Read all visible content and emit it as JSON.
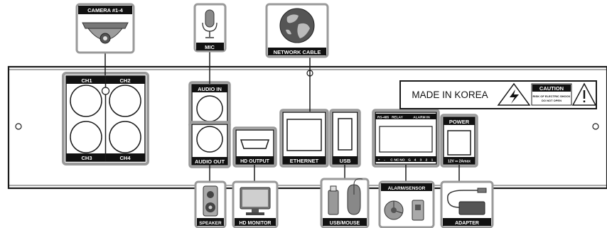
{
  "device": {
    "made_in": "MADE IN KOREA",
    "caution_title": "CAUTION",
    "caution_line1": "RISK OF ELECTRIC SHOCK",
    "caution_line2": "DO NOT OPEN"
  },
  "ports": {
    "ch1": "CH1",
    "ch2": "CH2",
    "ch3": "CH3",
    "ch4": "CH4",
    "audio_in": "AUDIO IN",
    "audio_out": "AUDIO OUT",
    "hd_output": "HD OUTPUT",
    "ethernet": "ETHERNET",
    "usb": "USB",
    "power": "POWER",
    "power_rating": "12V ⎓ 2Amax",
    "alarm_top": [
      "RS-485",
      "RELAY",
      "ALARM IN"
    ],
    "alarm_bottom": [
      "+",
      "-",
      "C",
      "NC",
      "NO",
      "G",
      "4",
      "3",
      "2",
      "1"
    ]
  },
  "peripherals": {
    "camera": "CAMERA #1-4",
    "mic": "MIC",
    "network_cable": "NETWORK CABLE",
    "speaker": "SPEAKER",
    "hd_monitor": "HD MONITOR",
    "usb_mouse": "USB/MOUSE",
    "alarm_sensor": "ALARM/SENSOR",
    "adapter": "ADAPTER"
  },
  "colors": {
    "outline": "#1a1a1a",
    "label_bg": "#111111",
    "panel_fill": "#ffffff",
    "frame_gray": "#9a9a9a"
  },
  "icons": [
    "dome-camera-icon",
    "microphone-icon",
    "globe-icon",
    "speaker-icon",
    "monitor-icon",
    "usb-mouse-icon",
    "alarm-sensor-icon",
    "power-adapter-icon",
    "electric-shock-warning-icon",
    "exclamation-warning-icon"
  ]
}
